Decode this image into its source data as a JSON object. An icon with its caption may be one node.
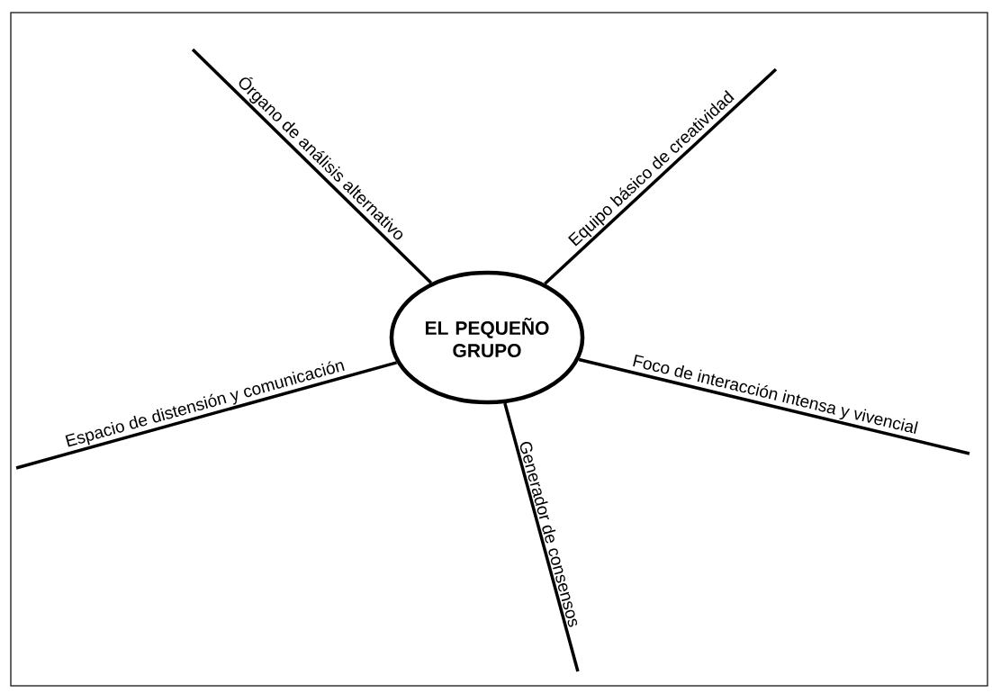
{
  "diagram": {
    "nodes": [
      {
        "text": [
          "EL PEQUEÑO GRUPO"
        ]
      },
      {
        "text": [
          "Órgano de análisis alternativo"
        ]
      },
      {
        "text": [
          "Equipo básico de creatividad"
        ]
      },
      {
        "text": [
          "Foco de interacción intensa y vivencial"
        ]
      },
      {
        "text": [
          "Generador de consensos"
        ]
      },
      {
        "text": [
          "Espacio de distensión y comunicación"
        ]
      }
    ],
    "edges": [
      {
        "from": 0,
        "to": 1,
        "arrow": "none"
      },
      {
        "from": 0,
        "to": 2,
        "arrow": "none"
      },
      {
        "from": 0,
        "to": 3,
        "arrow": "none"
      },
      {
        "from": 0,
        "to": 4,
        "arrow": "none"
      },
      {
        "from": 0,
        "to": 5,
        "arrow": "none"
      }
    ]
  }
}
